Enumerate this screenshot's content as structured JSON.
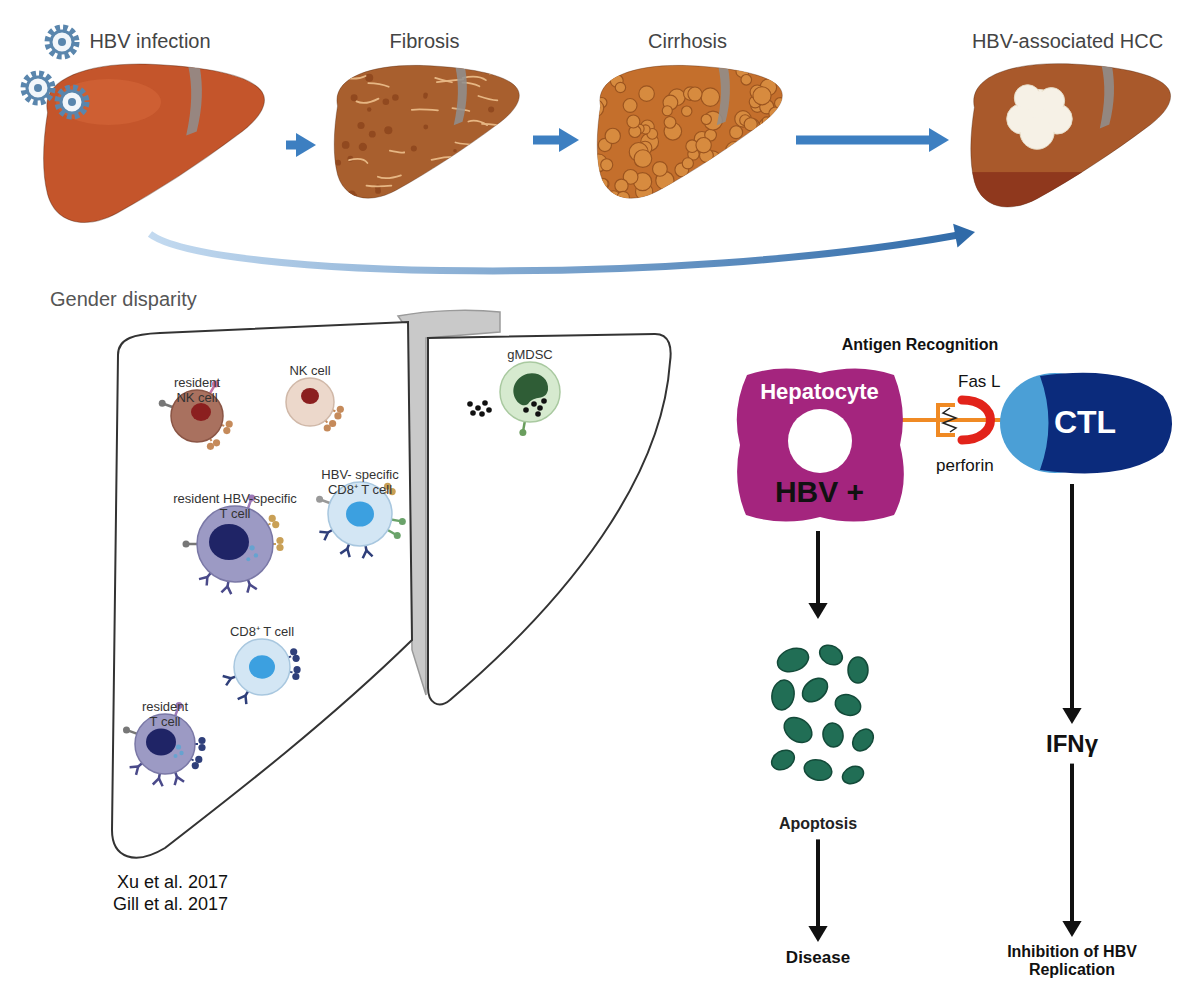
{
  "diagram": {
    "nodes": [
      {
        "text": [
          "HBV infection"
        ]
      },
      {
        "text": [
          "Fibrosis"
        ]
      },
      {
        "text": [
          "Cirrhosis"
        ]
      },
      {
        "text": [
          "HBV-associated HCC"
        ]
      },
      {
        "text": [
          "resident NK cell"
        ]
      },
      {
        "text": [
          "NK cell"
        ]
      },
      {
        "text": [
          "gMDSC"
        ]
      },
      {
        "text": [
          "resident HBV-specific T cell"
        ]
      },
      {
        "text": [
          "HBV- specific CD8⁺ T cell"
        ]
      },
      {
        "text": [
          "CD8⁺ T cell"
        ]
      },
      {
        "text": [
          "resident T cell"
        ]
      },
      {
        "text": [
          "Hepatocyte",
          "HBV +"
        ]
      },
      {
        "text": [
          "CTL"
        ]
      },
      {
        "text": [
          "Apoptosis"
        ]
      },
      {
        "text": [
          "Disease"
        ]
      },
      {
        "text": [
          "IFNγ"
        ]
      },
      {
        "text": [
          "Inhibition of HBV Replication"
        ]
      }
    ],
    "edges": [
      {
        "from": 0,
        "to": 1,
        "arrow": "to"
      },
      {
        "from": 1,
        "to": 2,
        "arrow": "to"
      },
      {
        "from": 2,
        "to": 3,
        "arrow": "to"
      },
      {
        "from": 0,
        "to": 3,
        "arrow": "to"
      },
      {
        "from": 11,
        "to": 12,
        "arrow": "none"
      },
      {
        "from": 11,
        "to": 13,
        "arrow": "to"
      },
      {
        "from": 13,
        "to": 14,
        "arrow": "to"
      },
      {
        "from": 12,
        "to": 15,
        "arrow": "to"
      },
      {
        "from": 15,
        "to": 16,
        "arrow": "to"
      }
    ],
    "labels": [
      "Gender disparity",
      "Antigen Recognition",
      "Fas L",
      "perforin",
      "Xu et al. 2017",
      "Gill et al. 2017"
    ]
  }
}
